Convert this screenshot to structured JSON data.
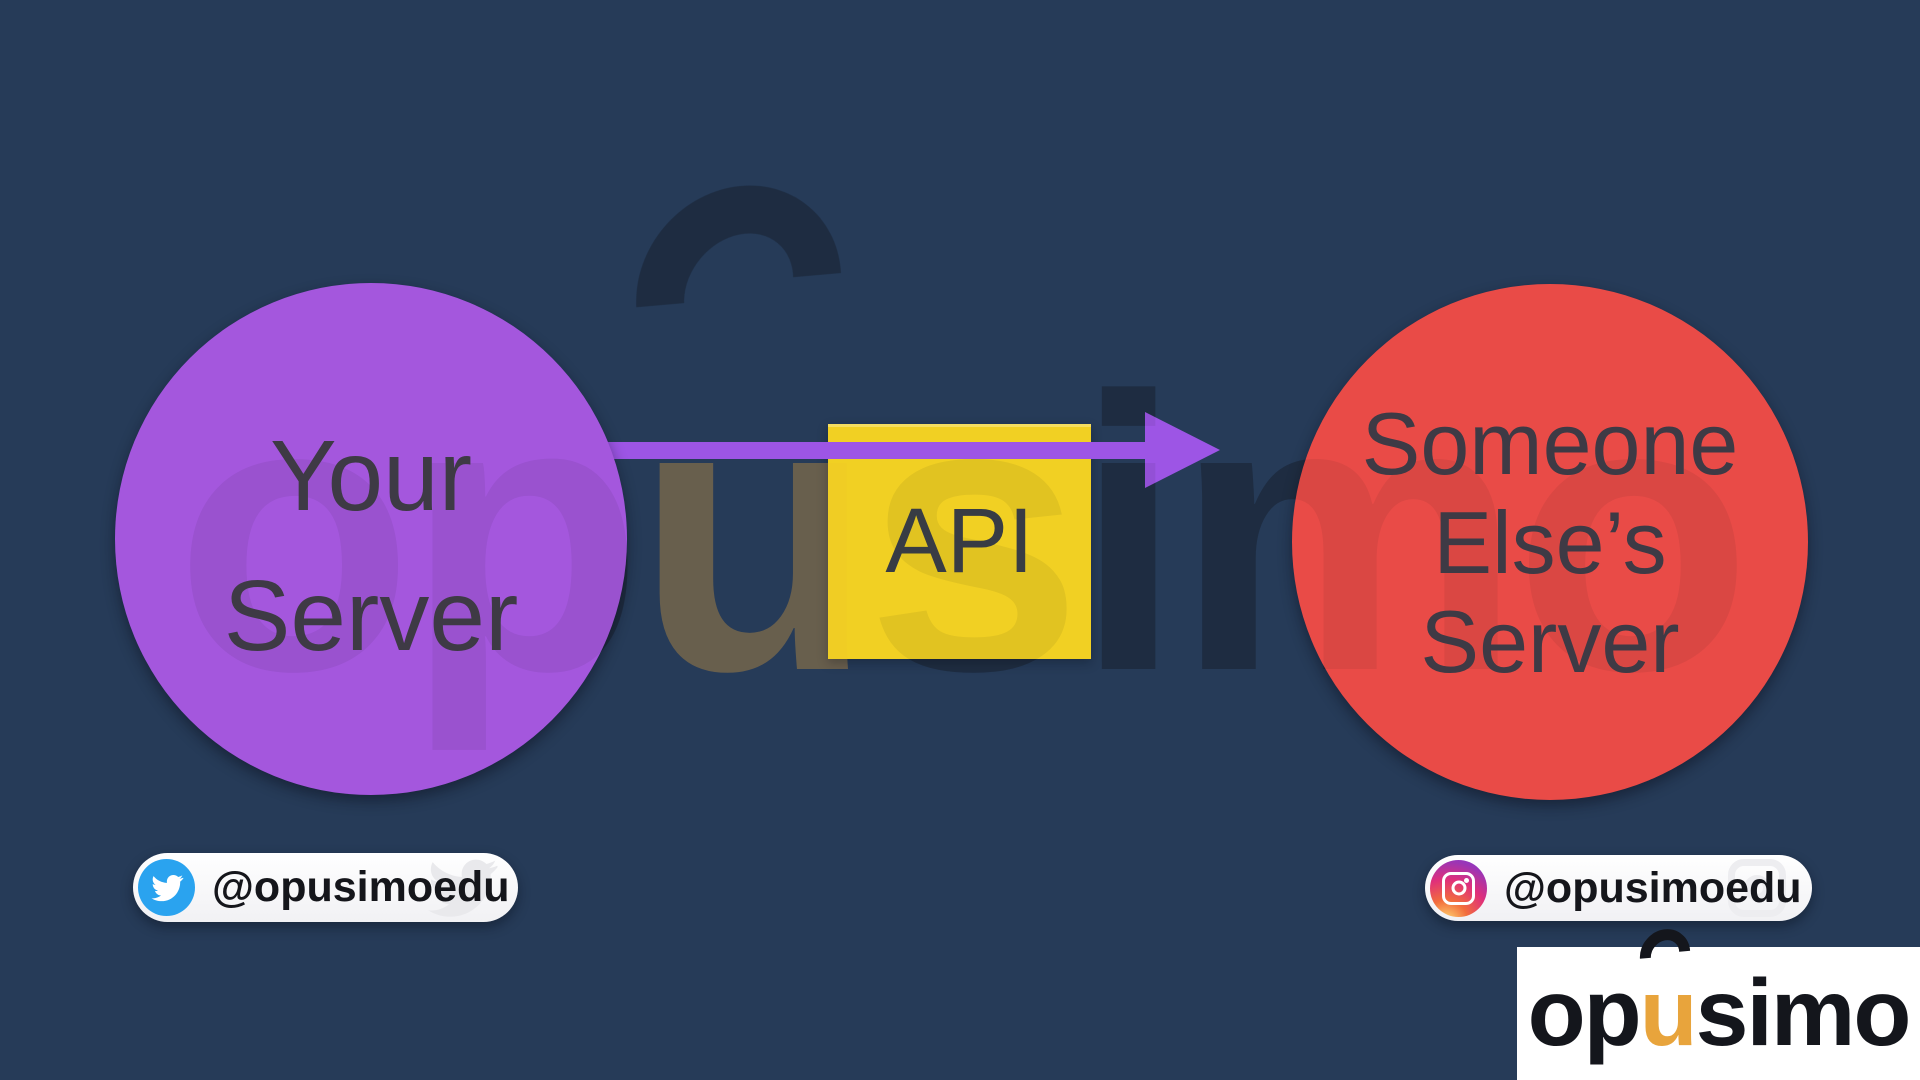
{
  "canvas": {
    "background_color": "#263b58"
  },
  "diagram": {
    "left_circle": {
      "lines": [
        "Your",
        "Server"
      ],
      "color": "#a457dd"
    },
    "api_box": {
      "label": "API",
      "color": "#f1d023"
    },
    "arrow": {
      "color": "#9d55e5",
      "direction": "left-to-right"
    },
    "right_circle": {
      "lines": [
        "Someone",
        "Else’s",
        "Server"
      ],
      "color": "#e94b47"
    }
  },
  "watermark": {
    "prefix": "op",
    "u": "u",
    "suffix": "simo"
  },
  "badges": {
    "twitter": {
      "handle": "@opusimoedu",
      "icon": "twitter-bird",
      "icon_color": "#2aa3ef"
    },
    "instagram": {
      "handle": "@opusimoedu",
      "icon": "instagram-camera"
    }
  },
  "logo": {
    "prefix": "op",
    "u": "u",
    "suffix": "simo",
    "u_color": "#e8a43c",
    "text_color": "#14161c"
  }
}
